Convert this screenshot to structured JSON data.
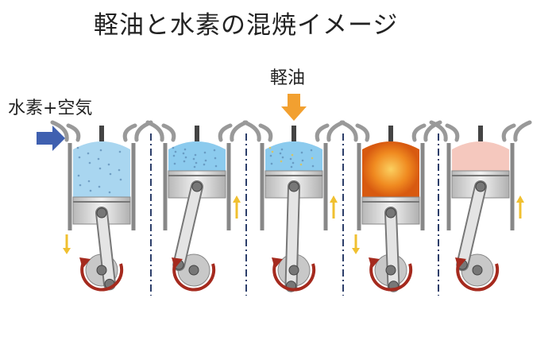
{
  "title": "軽油と水素の混焼イメージ",
  "labels": {
    "intake": "水素+空気",
    "diesel": "軽油"
  },
  "colors": {
    "intake_arrow": "#3f60b0",
    "diesel_arrow": "#f2a030",
    "motion_arrow": "#f0c030",
    "rotation_arrow": "#a52a1e",
    "separator": "#2c3e6a"
  },
  "stages": [
    {
      "name": "intake",
      "fill": "#a9d6f0",
      "piston": "down"
    },
    {
      "name": "compression",
      "fill": "#8ccbee",
      "piston": "up"
    },
    {
      "name": "injection",
      "fill": "#8ccbee",
      "piston": "up"
    },
    {
      "name": "combustion",
      "fill": "#e8701e",
      "piston": "down"
    },
    {
      "name": "exhaust",
      "fill": "#f5c8be",
      "piston": "up"
    }
  ]
}
